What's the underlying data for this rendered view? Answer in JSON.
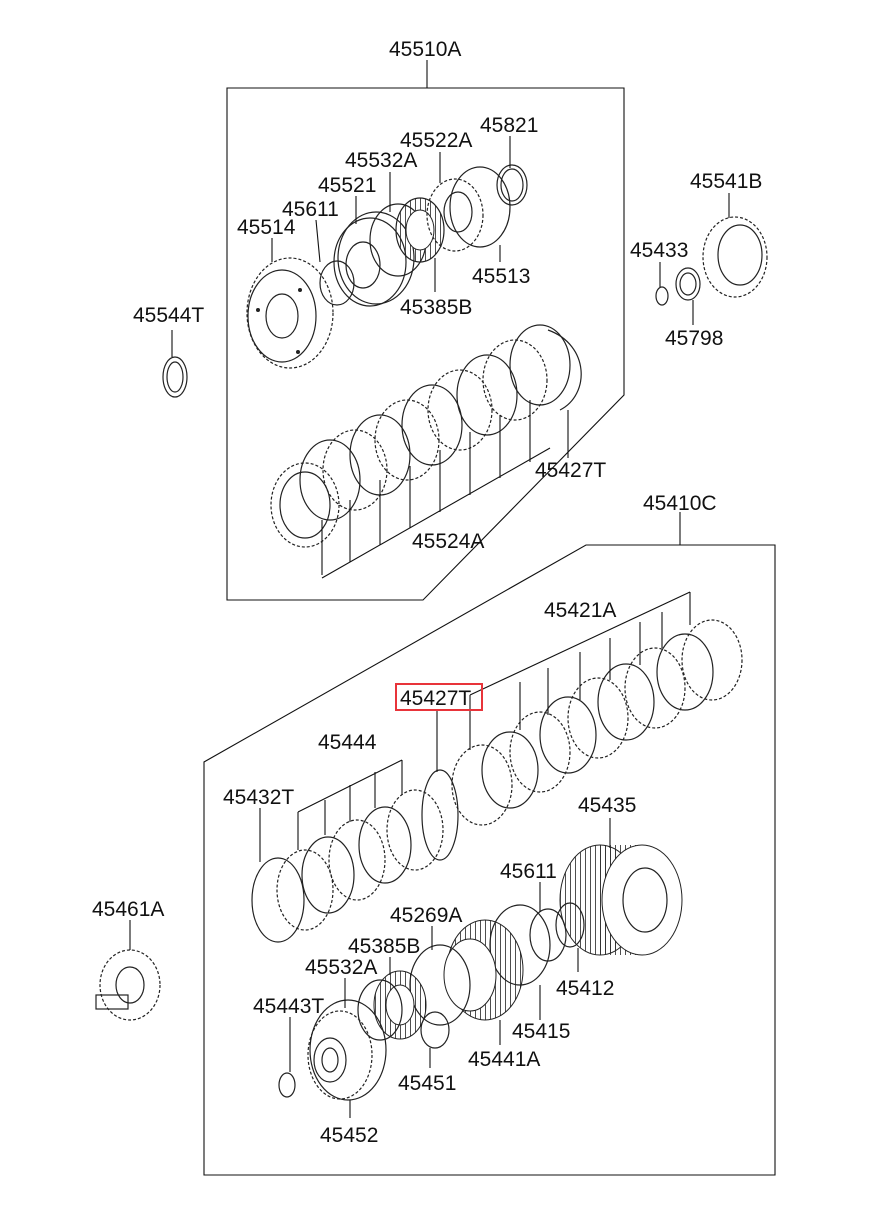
{
  "diagram": {
    "highlight_color": "#e8343a",
    "assemblies": {
      "upper": "45510A",
      "lower": "45410C"
    },
    "labels": {
      "l45510A": "45510A",
      "l45821": "45821",
      "l45522A": "45522A",
      "l45532A_top": "45532A",
      "l45521": "45521",
      "l45611_top": "45611",
      "l45514": "45514",
      "l45513": "45513",
      "l45385B_top": "45385B",
      "l45544T": "45544T",
      "l45541B": "45541B",
      "l45433": "45433",
      "l45798": "45798",
      "l45427T_top": "45427T",
      "l45524A": "45524A",
      "l45410C": "45410C",
      "l45421A": "45421A",
      "l45427T_sel": "45427T",
      "l45444": "45444",
      "l45432T": "45432T",
      "l45435": "45435",
      "l45611_bot": "45611",
      "l45461A": "45461A",
      "l45269A": "45269A",
      "l45385B_bot": "45385B",
      "l45532A_bot": "45532A",
      "l45412": "45412",
      "l45443T": "45443T",
      "l45415": "45415",
      "l45441A": "45441A",
      "l45451": "45451",
      "l45452": "45452"
    }
  }
}
